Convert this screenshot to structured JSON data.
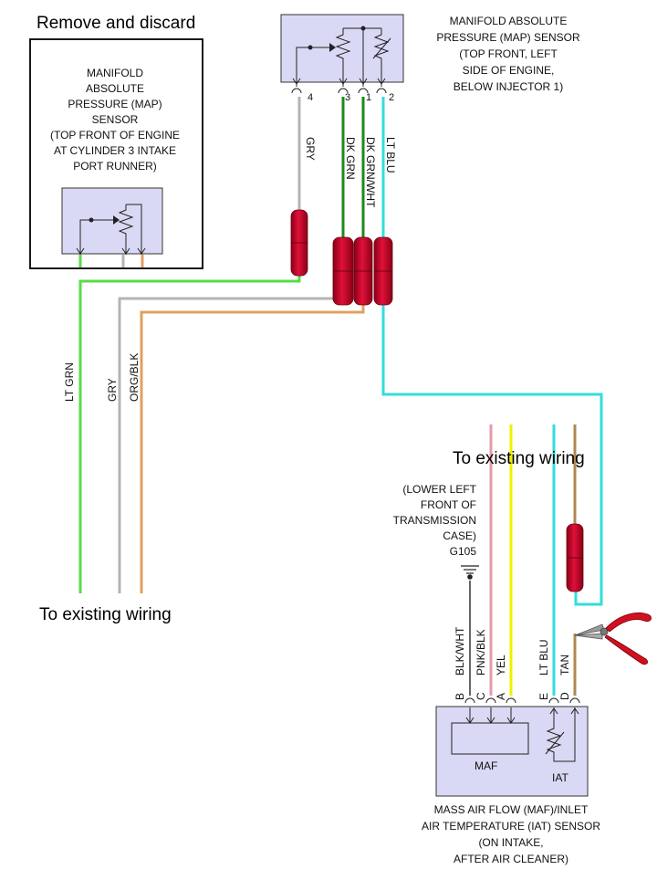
{
  "heading_remove": "Remove and discard",
  "old_sensor_lines": [
    "MANIFOLD",
    "ABSOLUTE",
    "PRESSURE (MAP)",
    "SENSOR",
    "(TOP FRONT OF ENGINE",
    "AT CYLINDER 3 INTAKE",
    "PORT RUNNER)"
  ],
  "new_sensor_lines": [
    "MANIFOLD ABSOLUTE",
    "PRESSURE (MAP) SENSOR",
    "(TOP FRONT, LEFT",
    "SIDE OF ENGINE,",
    "BELOW INJECTOR 1)"
  ],
  "map_pins": [
    "4",
    "3",
    "1",
    "2"
  ],
  "map_wires": [
    "GRY",
    "DK GRN",
    "DK GRN/WHT",
    "LT BLU"
  ],
  "harness_wires": [
    "LT GRN",
    "GRY",
    "ORG/BLK"
  ],
  "to_existing_left": "To existing wiring",
  "to_existing_right": "To existing wiring",
  "ground_lines": [
    "(LOWER LEFT",
    "FRONT OF",
    "TRANSMISSION",
    "CASE)",
    "G105"
  ],
  "maf_pins": [
    "B",
    "C",
    "A",
    "E",
    "D"
  ],
  "maf_wires": [
    "BLK/WHT",
    "PNK/BLK",
    "YEL",
    "LT BLU",
    "TAN"
  ],
  "maf_label": "MAF",
  "iat_label": "IAT",
  "maf_sensor_lines": [
    "MASS AIR FLOW (MAF)/INLET",
    "AIR TEMPERATURE (IAT) SENSOR",
    "(ON INTAKE,",
    "AFTER AIR CLEANER)"
  ],
  "colors": {
    "lt_grn": "#55dd44",
    "gry": "#b4b4b4",
    "org_blk": "#e0a060",
    "dk_grn": "#1e8a1e",
    "lt_blu": "#33dddd",
    "pnk": "#e89aa8",
    "yel": "#f0f000",
    "tan": "#b08850",
    "blk_wht": "#666666",
    "box_fill": "#d9d9f5",
    "connector_red": "#cc0022"
  }
}
